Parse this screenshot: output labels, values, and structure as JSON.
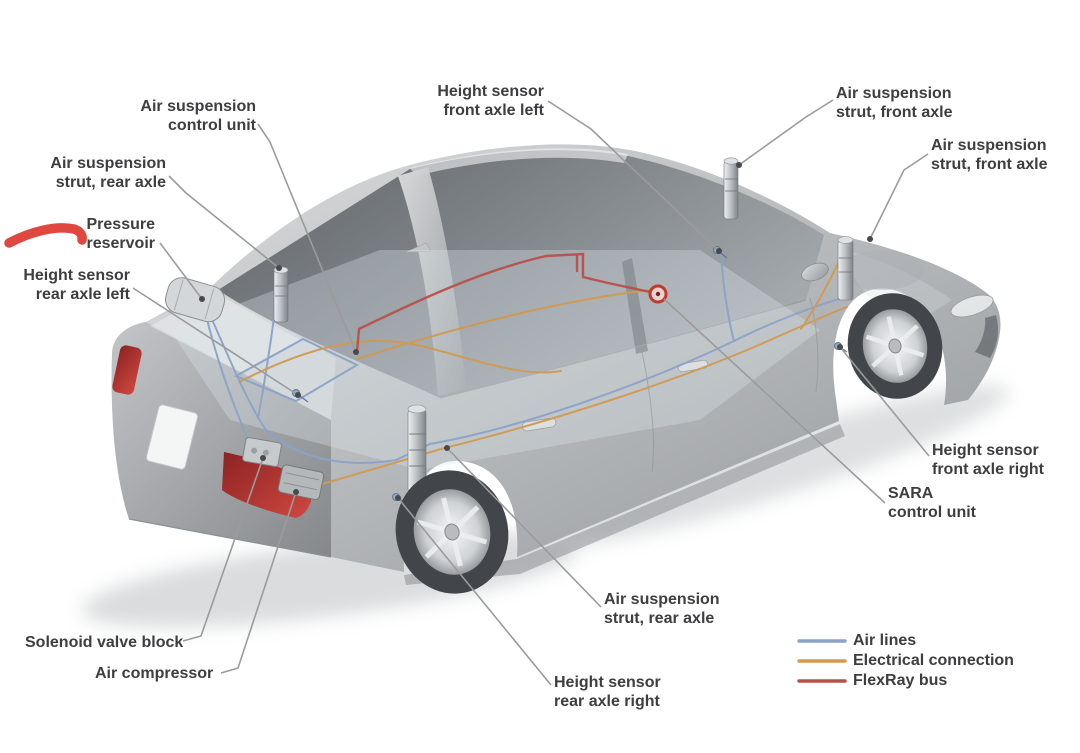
{
  "diagram": {
    "description": "Air suspension system cutaway diagram of a silver sedan, rear three-quarter view",
    "labels": {
      "air_suspension_control_unit": {
        "line1": "Air suspension",
        "line2": "control unit"
      },
      "air_suspension_strut_rear_axle_left": {
        "line1": "Air suspension",
        "line2": "strut, rear axle"
      },
      "pressure_reservoir": {
        "line1": "Pressure",
        "line2": "reservoir"
      },
      "height_sensor_rear_axle_left": {
        "line1": "Height sensor",
        "line2": "rear axle left"
      },
      "height_sensor_front_axle_left": {
        "line1": "Height sensor",
        "line2": "front axle left"
      },
      "air_suspension_strut_front_axle_upper": {
        "line1": "Air suspension",
        "line2": "strut, front axle"
      },
      "air_suspension_strut_front_axle_lower": {
        "line1": "Air suspension",
        "line2": "strut, front axle"
      },
      "height_sensor_front_axle_right": {
        "line1": "Height sensor",
        "line2": "front axle right"
      },
      "sara_control_unit": {
        "line1": "SARA",
        "line2": "control unit"
      },
      "air_suspension_strut_rear_axle_right": {
        "line1": "Air suspension",
        "line2": "strut, rear axle"
      },
      "height_sensor_rear_axle_right": {
        "line1": "Height sensor",
        "line2": "rear axle right"
      },
      "solenoid_valve_block": {
        "line1": "Solenoid valve block"
      },
      "air_compressor": {
        "line1": "Air compressor"
      }
    },
    "legend": {
      "items": [
        {
          "label": "Air lines",
          "color": "#8ba3c9"
        },
        {
          "label": "Electrical connection",
          "color": "#d09a52"
        },
        {
          "label": "FlexRay bus",
          "color": "#b8504a"
        }
      ]
    },
    "colors": {
      "air_lines": "#8ba3c9",
      "electrical_connection": "#d09a52",
      "flexray_bus": "#b8504a",
      "marker_annotation": "#e0483f",
      "label_text": "#3e3e40",
      "leader_line": "#9b9b9b"
    }
  }
}
